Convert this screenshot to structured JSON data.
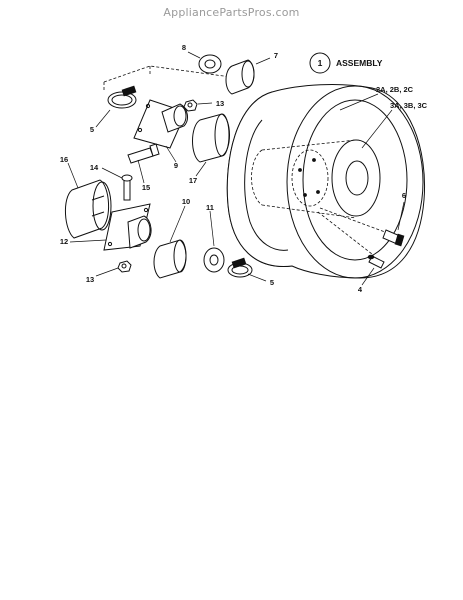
{
  "header": {
    "watermark": "AppliancePartsPros.com"
  },
  "assembly_label": {
    "number": "1",
    "text": "ASSEMBLY"
  },
  "callouts": {
    "c8": "8",
    "c7": "7",
    "c5a": "5",
    "c13a": "13",
    "c9": "9",
    "c15": "15",
    "c17": "17",
    "c16": "16",
    "c14": "14",
    "c12": "12",
    "c13b": "13",
    "c10": "10",
    "c11": "11",
    "c5b": "5",
    "c2": "2A, 2B, 2C",
    "c3": "3A, 3B, 3C",
    "c6": "6",
    "c4": "4"
  }
}
